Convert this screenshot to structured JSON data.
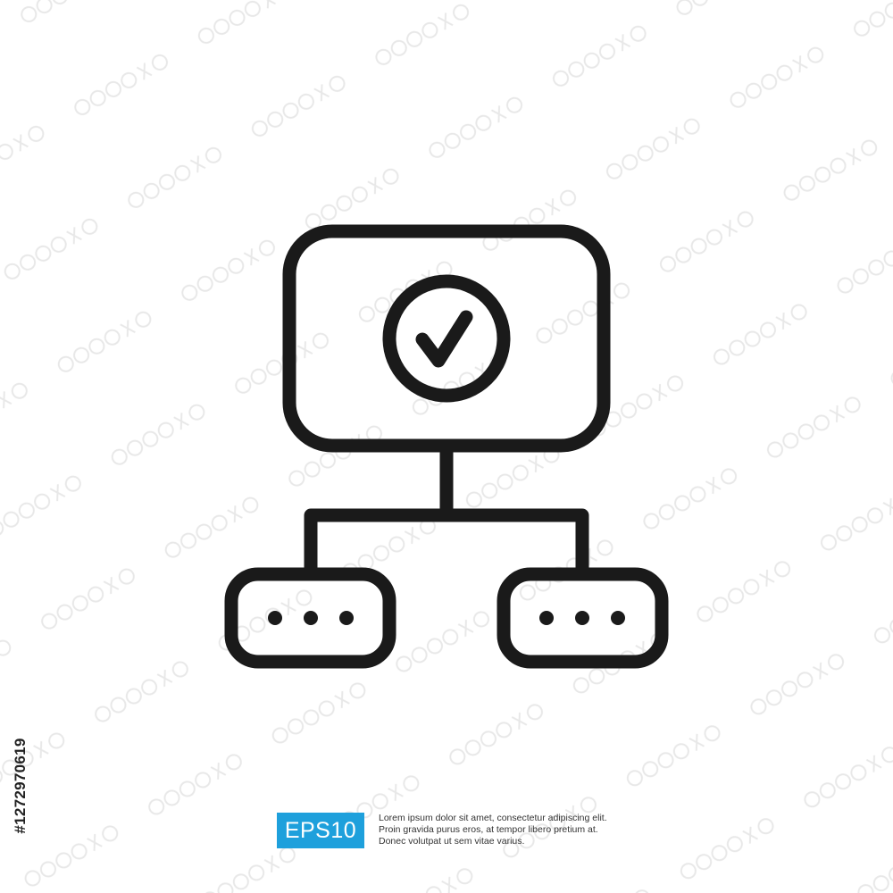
{
  "colors": {
    "background": "#ffffff",
    "icon_stroke": "#1a1a1a",
    "badge_background": "#1ea0dc",
    "badge_text": "#ffffff",
    "caption_text": "#333333"
  },
  "icon": {
    "name": "hierarchy-approval-icon",
    "parts": [
      "monitor-box",
      "check-circle",
      "connector-lines",
      "left-child-node",
      "right-child-node"
    ]
  },
  "watermark": {
    "logo": "stock-watermark"
  },
  "stock_id": "#1272970619",
  "badge": {
    "label": "EPS10"
  },
  "caption": {
    "lines": [
      "Lorem ipsum dolor sit amet, consectetur adipiscing elit.",
      "Proin gravida purus eros, at tempor libero pretium at.",
      "Donec volutpat ut sem vitae varius."
    ]
  }
}
